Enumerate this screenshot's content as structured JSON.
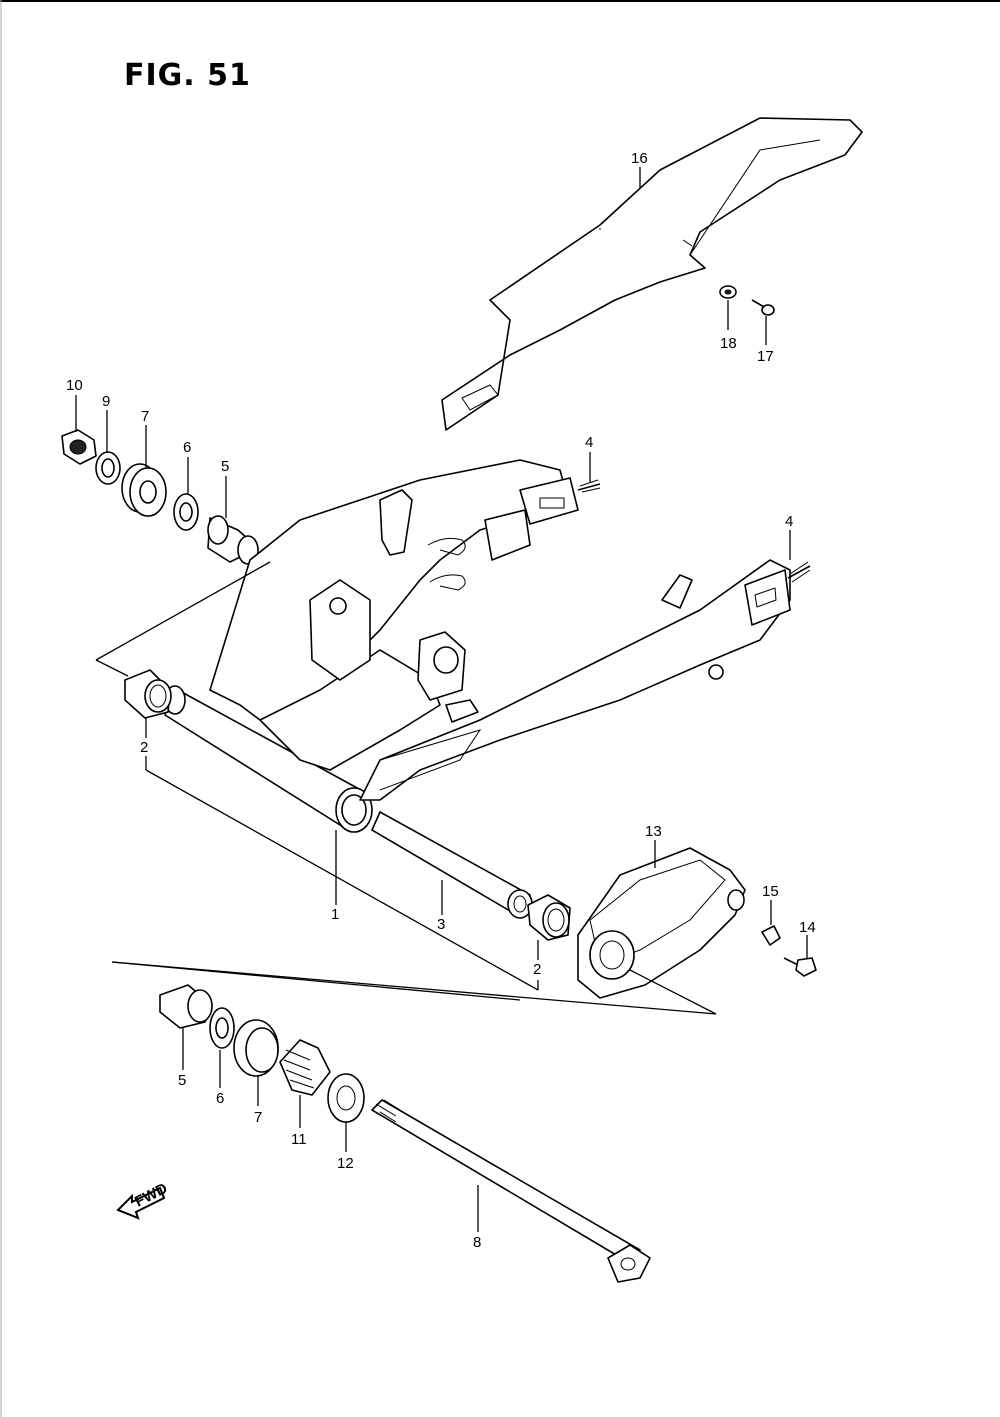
{
  "figure": {
    "title": "FIG. 51"
  },
  "fwd_badge": {
    "text": "FWD"
  },
  "callouts": [
    {
      "id": "c16",
      "number": "16"
    },
    {
      "id": "c18",
      "number": "18"
    },
    {
      "id": "c17",
      "number": "17"
    },
    {
      "id": "c10",
      "number": "10"
    },
    {
      "id": "c9",
      "number": "9"
    },
    {
      "id": "c7a",
      "number": "7"
    },
    {
      "id": "c6a",
      "number": "6"
    },
    {
      "id": "c5a",
      "number": "5"
    },
    {
      "id": "c4a",
      "number": "4"
    },
    {
      "id": "c4b",
      "number": "4"
    },
    {
      "id": "c2a",
      "number": "2"
    },
    {
      "id": "c13",
      "number": "13"
    },
    {
      "id": "c15",
      "number": "15"
    },
    {
      "id": "c14",
      "number": "14"
    },
    {
      "id": "c1",
      "number": "1"
    },
    {
      "id": "c3",
      "number": "3"
    },
    {
      "id": "c2b",
      "number": "2"
    },
    {
      "id": "c5b",
      "number": "5"
    },
    {
      "id": "c6b",
      "number": "6"
    },
    {
      "id": "c7b",
      "number": "7"
    },
    {
      "id": "c11",
      "number": "11"
    },
    {
      "id": "c12",
      "number": "12"
    },
    {
      "id": "c8",
      "number": "8"
    }
  ]
}
